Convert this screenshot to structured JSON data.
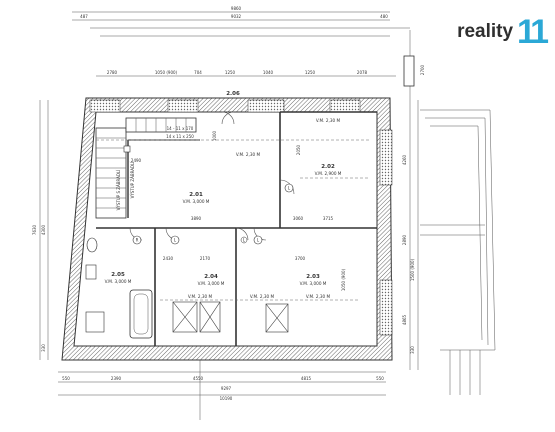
{
  "brand": {
    "name": "reality",
    "mark": "11",
    "color": "#2ba8d6"
  },
  "dimensions": {
    "top_total": "9860",
    "top_row1": [
      "487",
      "9032",
      "480"
    ],
    "top_row2": [
      "2780",
      "1050 (900)",
      "704",
      "1250",
      "1040",
      "1250",
      "2078"
    ],
    "bottom_row1": [
      "550",
      "2390",
      "4550",
      "4815",
      "550"
    ],
    "bottom_row2": [
      "9297"
    ],
    "bottom_total": "10190",
    "left_side": [
      "7630",
      "4300",
      "330"
    ],
    "right_side": [
      "2700",
      "4260",
      "2890",
      "1500 (900)",
      "4865",
      "330"
    ],
    "interior": [
      "2490",
      "3890",
      "3060",
      "3715",
      "2170",
      "2430",
      "3700",
      "1000",
      "2050",
      "1050 (900)"
    ]
  },
  "rooms": [
    {
      "id": "2.06",
      "label": "2.06"
    },
    {
      "id": "2.01",
      "label": "2.01",
      "vm": "V.M. 3,000 M"
    },
    {
      "id": "2.02",
      "label": "2.02",
      "vm": "V.M. 2,900 M"
    },
    {
      "id": "2.03",
      "label": "2.03",
      "vm": "V.M. 3,000 M"
    },
    {
      "id": "2.04",
      "label": "2.04",
      "vm": "V.M. 3,000 M"
    },
    {
      "id": "2.05",
      "label": "2.05",
      "vm": "V.M. 3,000 M"
    }
  ],
  "ceiling_notes": [
    "V.M. 2,30 M",
    "V.M. 2,30 M",
    "V.M. 2,30 M",
    "V.M. 2,30 M",
    "V.M. 2,30 M"
  ],
  "stair_notes": [
    "14 - 11 x 170",
    "14 x 11 x 250",
    "VÝSTUP S ZÁBRADLÍ",
    "VÝSTUP ZÁBRADLÍ"
  ],
  "fixture_marks": [
    "R",
    "L",
    "L",
    "L",
    "L"
  ]
}
